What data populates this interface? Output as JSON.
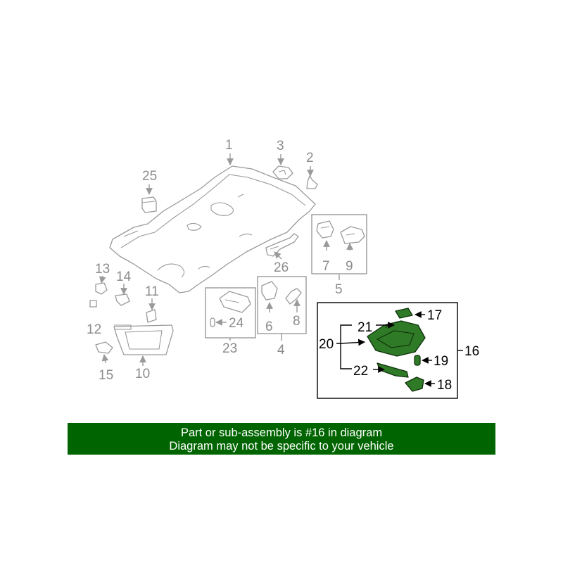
{
  "callouts": {
    "c1": "1",
    "c2": "2",
    "c3": "3",
    "c4": "4",
    "c5": "5",
    "c6": "6",
    "c7": "7",
    "c8": "8",
    "c9": "9",
    "c10": "10",
    "c11": "11",
    "c12": "12",
    "c13": "13",
    "c14": "14",
    "c15": "15",
    "c16": "16",
    "c17": "17",
    "c18": "18",
    "c19": "19",
    "c20": "20",
    "c21": "21",
    "c22": "22",
    "c23": "23",
    "c24": "24",
    "c25": "25",
    "c26": "26"
  },
  "highlight_part": "16",
  "colors": {
    "banner_bg": "#006400",
    "banner_text": "#ffffff",
    "highlight_fill": "#2f7a26",
    "linework": "#9a9a9a"
  },
  "banner": {
    "line1": "Part or sub-assembly is #16 in diagram",
    "line2": "Diagram may not be specific to your vehicle"
  }
}
